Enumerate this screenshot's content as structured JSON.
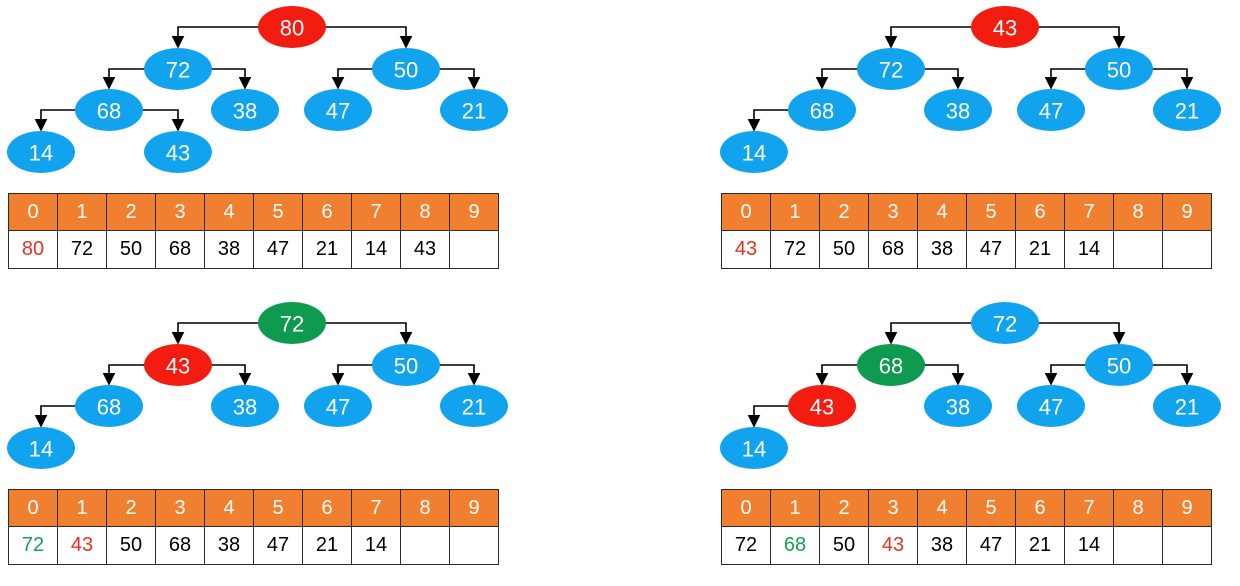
{
  "colors": {
    "node_default": "#12a3ee",
    "node_red": "#f21d10",
    "node_green": "#0e9a4f",
    "index_header": "#f08030",
    "text_red": "#e8321e",
    "text_green": "#16a05a",
    "edge": "#000000"
  },
  "panels": [
    {
      "nodes": [
        {
          "value": "80",
          "color": "red"
        },
        {
          "value": "72",
          "color": "blue"
        },
        {
          "value": "50",
          "color": "blue"
        },
        {
          "value": "68",
          "color": "blue"
        },
        {
          "value": "38",
          "color": "blue"
        },
        {
          "value": "47",
          "color": "blue"
        },
        {
          "value": "21",
          "color": "blue"
        },
        {
          "value": "14",
          "color": "blue"
        },
        {
          "value": "43",
          "color": "blue"
        }
      ],
      "indices": [
        "0",
        "1",
        "2",
        "3",
        "4",
        "5",
        "6",
        "7",
        "8",
        "9"
      ],
      "cells": [
        {
          "text": "80",
          "color": "red"
        },
        {
          "text": "72",
          "color": "black"
        },
        {
          "text": "50",
          "color": "black"
        },
        {
          "text": "68",
          "color": "black"
        },
        {
          "text": "38",
          "color": "black"
        },
        {
          "text": "47",
          "color": "black"
        },
        {
          "text": "21",
          "color": "black"
        },
        {
          "text": "14",
          "color": "black"
        },
        {
          "text": "43",
          "color": "black"
        },
        {
          "text": "",
          "color": "black"
        }
      ]
    },
    {
      "nodes": [
        {
          "value": "43",
          "color": "red"
        },
        {
          "value": "72",
          "color": "blue"
        },
        {
          "value": "50",
          "color": "blue"
        },
        {
          "value": "68",
          "color": "blue"
        },
        {
          "value": "38",
          "color": "blue"
        },
        {
          "value": "47",
          "color": "blue"
        },
        {
          "value": "21",
          "color": "blue"
        },
        {
          "value": "14",
          "color": "blue"
        }
      ],
      "indices": [
        "0",
        "1",
        "2",
        "3",
        "4",
        "5",
        "6",
        "7",
        "8",
        "9"
      ],
      "cells": [
        {
          "text": "43",
          "color": "red"
        },
        {
          "text": "72",
          "color": "black"
        },
        {
          "text": "50",
          "color": "black"
        },
        {
          "text": "68",
          "color": "black"
        },
        {
          "text": "38",
          "color": "black"
        },
        {
          "text": "47",
          "color": "black"
        },
        {
          "text": "21",
          "color": "black"
        },
        {
          "text": "14",
          "color": "black"
        },
        {
          "text": "",
          "color": "black"
        },
        {
          "text": "",
          "color": "black"
        }
      ]
    },
    {
      "nodes": [
        {
          "value": "72",
          "color": "green"
        },
        {
          "value": "43",
          "color": "red"
        },
        {
          "value": "50",
          "color": "blue"
        },
        {
          "value": "68",
          "color": "blue"
        },
        {
          "value": "38",
          "color": "blue"
        },
        {
          "value": "47",
          "color": "blue"
        },
        {
          "value": "21",
          "color": "blue"
        },
        {
          "value": "14",
          "color": "blue"
        }
      ],
      "indices": [
        "0",
        "1",
        "2",
        "3",
        "4",
        "5",
        "6",
        "7",
        "8",
        "9"
      ],
      "cells": [
        {
          "text": "72",
          "color": "green"
        },
        {
          "text": "43",
          "color": "red"
        },
        {
          "text": "50",
          "color": "black"
        },
        {
          "text": "68",
          "color": "black"
        },
        {
          "text": "38",
          "color": "black"
        },
        {
          "text": "47",
          "color": "black"
        },
        {
          "text": "21",
          "color": "black"
        },
        {
          "text": "14",
          "color": "black"
        },
        {
          "text": "",
          "color": "black"
        },
        {
          "text": "",
          "color": "black"
        }
      ]
    },
    {
      "nodes": [
        {
          "value": "72",
          "color": "blue"
        },
        {
          "value": "68",
          "color": "green"
        },
        {
          "value": "50",
          "color": "blue"
        },
        {
          "value": "43",
          "color": "red"
        },
        {
          "value": "38",
          "color": "blue"
        },
        {
          "value": "47",
          "color": "blue"
        },
        {
          "value": "21",
          "color": "blue"
        },
        {
          "value": "14",
          "color": "blue"
        }
      ],
      "indices": [
        "0",
        "1",
        "2",
        "3",
        "4",
        "5",
        "6",
        "7",
        "8",
        "9"
      ],
      "cells": [
        {
          "text": "72",
          "color": "black"
        },
        {
          "text": "68",
          "color": "green"
        },
        {
          "text": "50",
          "color": "black"
        },
        {
          "text": "43",
          "color": "red"
        },
        {
          "text": "38",
          "color": "black"
        },
        {
          "text": "47",
          "color": "black"
        },
        {
          "text": "21",
          "color": "black"
        },
        {
          "text": "14",
          "color": "black"
        },
        {
          "text": "",
          "color": "black"
        },
        {
          "text": "",
          "color": "black"
        }
      ]
    }
  ]
}
